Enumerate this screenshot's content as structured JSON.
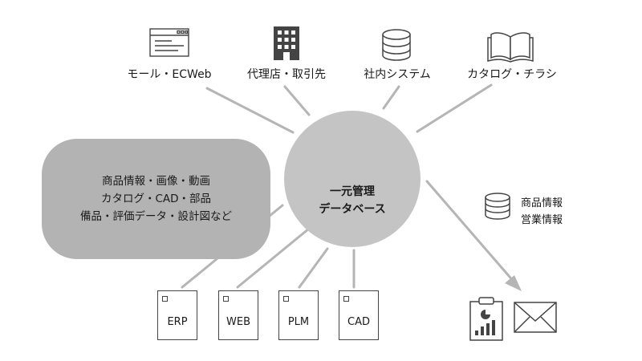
{
  "sources": [
    {
      "label": "モール・ECWeb",
      "icon": "browser-window-icon"
    },
    {
      "label": "代理店・取引先",
      "icon": "building-icon"
    },
    {
      "label": "社内システム",
      "icon": "database-icon"
    },
    {
      "label": "カタログ・チラシ",
      "icon": "open-book-icon"
    }
  ],
  "hub": {
    "line1": "一元管理",
    "line2": "データベース",
    "icon": "stacked-database-icon"
  },
  "data_types": {
    "line1": "商品情報・画像・動画",
    "line2": "カタログ・CAD・部品",
    "line3": "備品・評価データ・設計図など"
  },
  "systems": [
    "ERP",
    "WEB",
    "PLM",
    "CAD"
  ],
  "output": {
    "line1": "商品情報",
    "line2": "営業情報",
    "icons": [
      "database-icon",
      "clipboard-report-icon",
      "envelope-icon"
    ]
  },
  "colors": {
    "hub": "#c4c4c4",
    "blob": "#b3b3b3",
    "connector": "#b5b5b5",
    "icon_stroke": "#444444"
  }
}
